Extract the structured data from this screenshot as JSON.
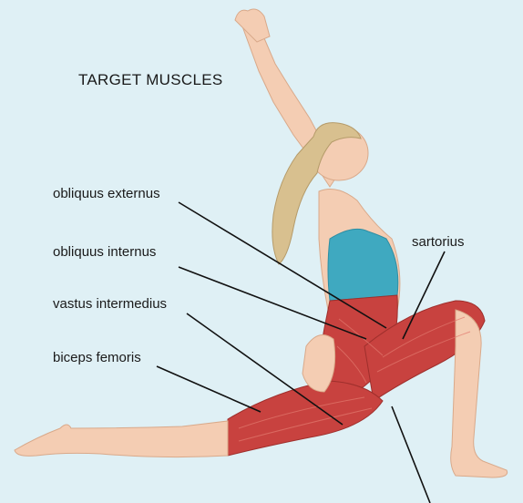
{
  "title": "TARGET MUSCLES",
  "labels": {
    "obliquus_externus": "obliquus externus",
    "obliquus_internus": "obliquus internus",
    "vastus_intermedius": "vastus intermedius",
    "biceps_femoris": "biceps femoris",
    "sartorius": "sartorius"
  },
  "colors": {
    "background": "#dff0f5",
    "skin": "#f4cdb3",
    "muscle": "#c8423f",
    "top": "#3fa9c0",
    "hair": "#d8c08f",
    "leader_line": "#111111"
  }
}
